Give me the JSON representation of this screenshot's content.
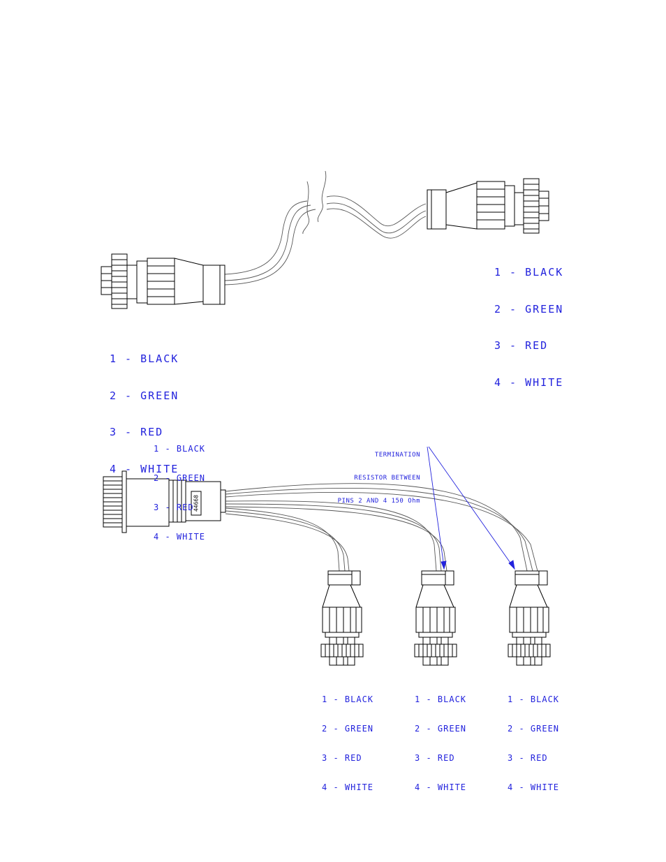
{
  "colors": {
    "line": "#000000",
    "cable": "#555555",
    "label": "#2222dd"
  },
  "legend_upper_right": [
    "1 - BLACK",
    "2 - GREEN",
    "3 - RED",
    "4 - WHITE"
  ],
  "legend_upper_left": [
    "1 - BLACK",
    "2 - GREEN",
    "3 - RED",
    "4 - WHITE"
  ],
  "legend_lower_main": [
    "1 - BLACK",
    "2 - GREEN",
    "3 - RED",
    "4 - WHITE"
  ],
  "legend_branch_1": [
    "1 - BLACK",
    "2 - GREEN",
    "3 - RED",
    "4 - WHITE"
  ],
  "legend_branch_2": [
    "1 - BLACK",
    "2 - GREEN",
    "3 - RED",
    "4 - WHITE"
  ],
  "legend_branch_3": [
    "1 - BLACK",
    "2 - GREEN",
    "3 - RED",
    "4 - WHITE"
  ],
  "termination_note": [
    "TERMINATION",
    "RESISTOR BETWEEN",
    "PINS 2 AND 4 150 Ohm"
  ],
  "part_number": "44668"
}
